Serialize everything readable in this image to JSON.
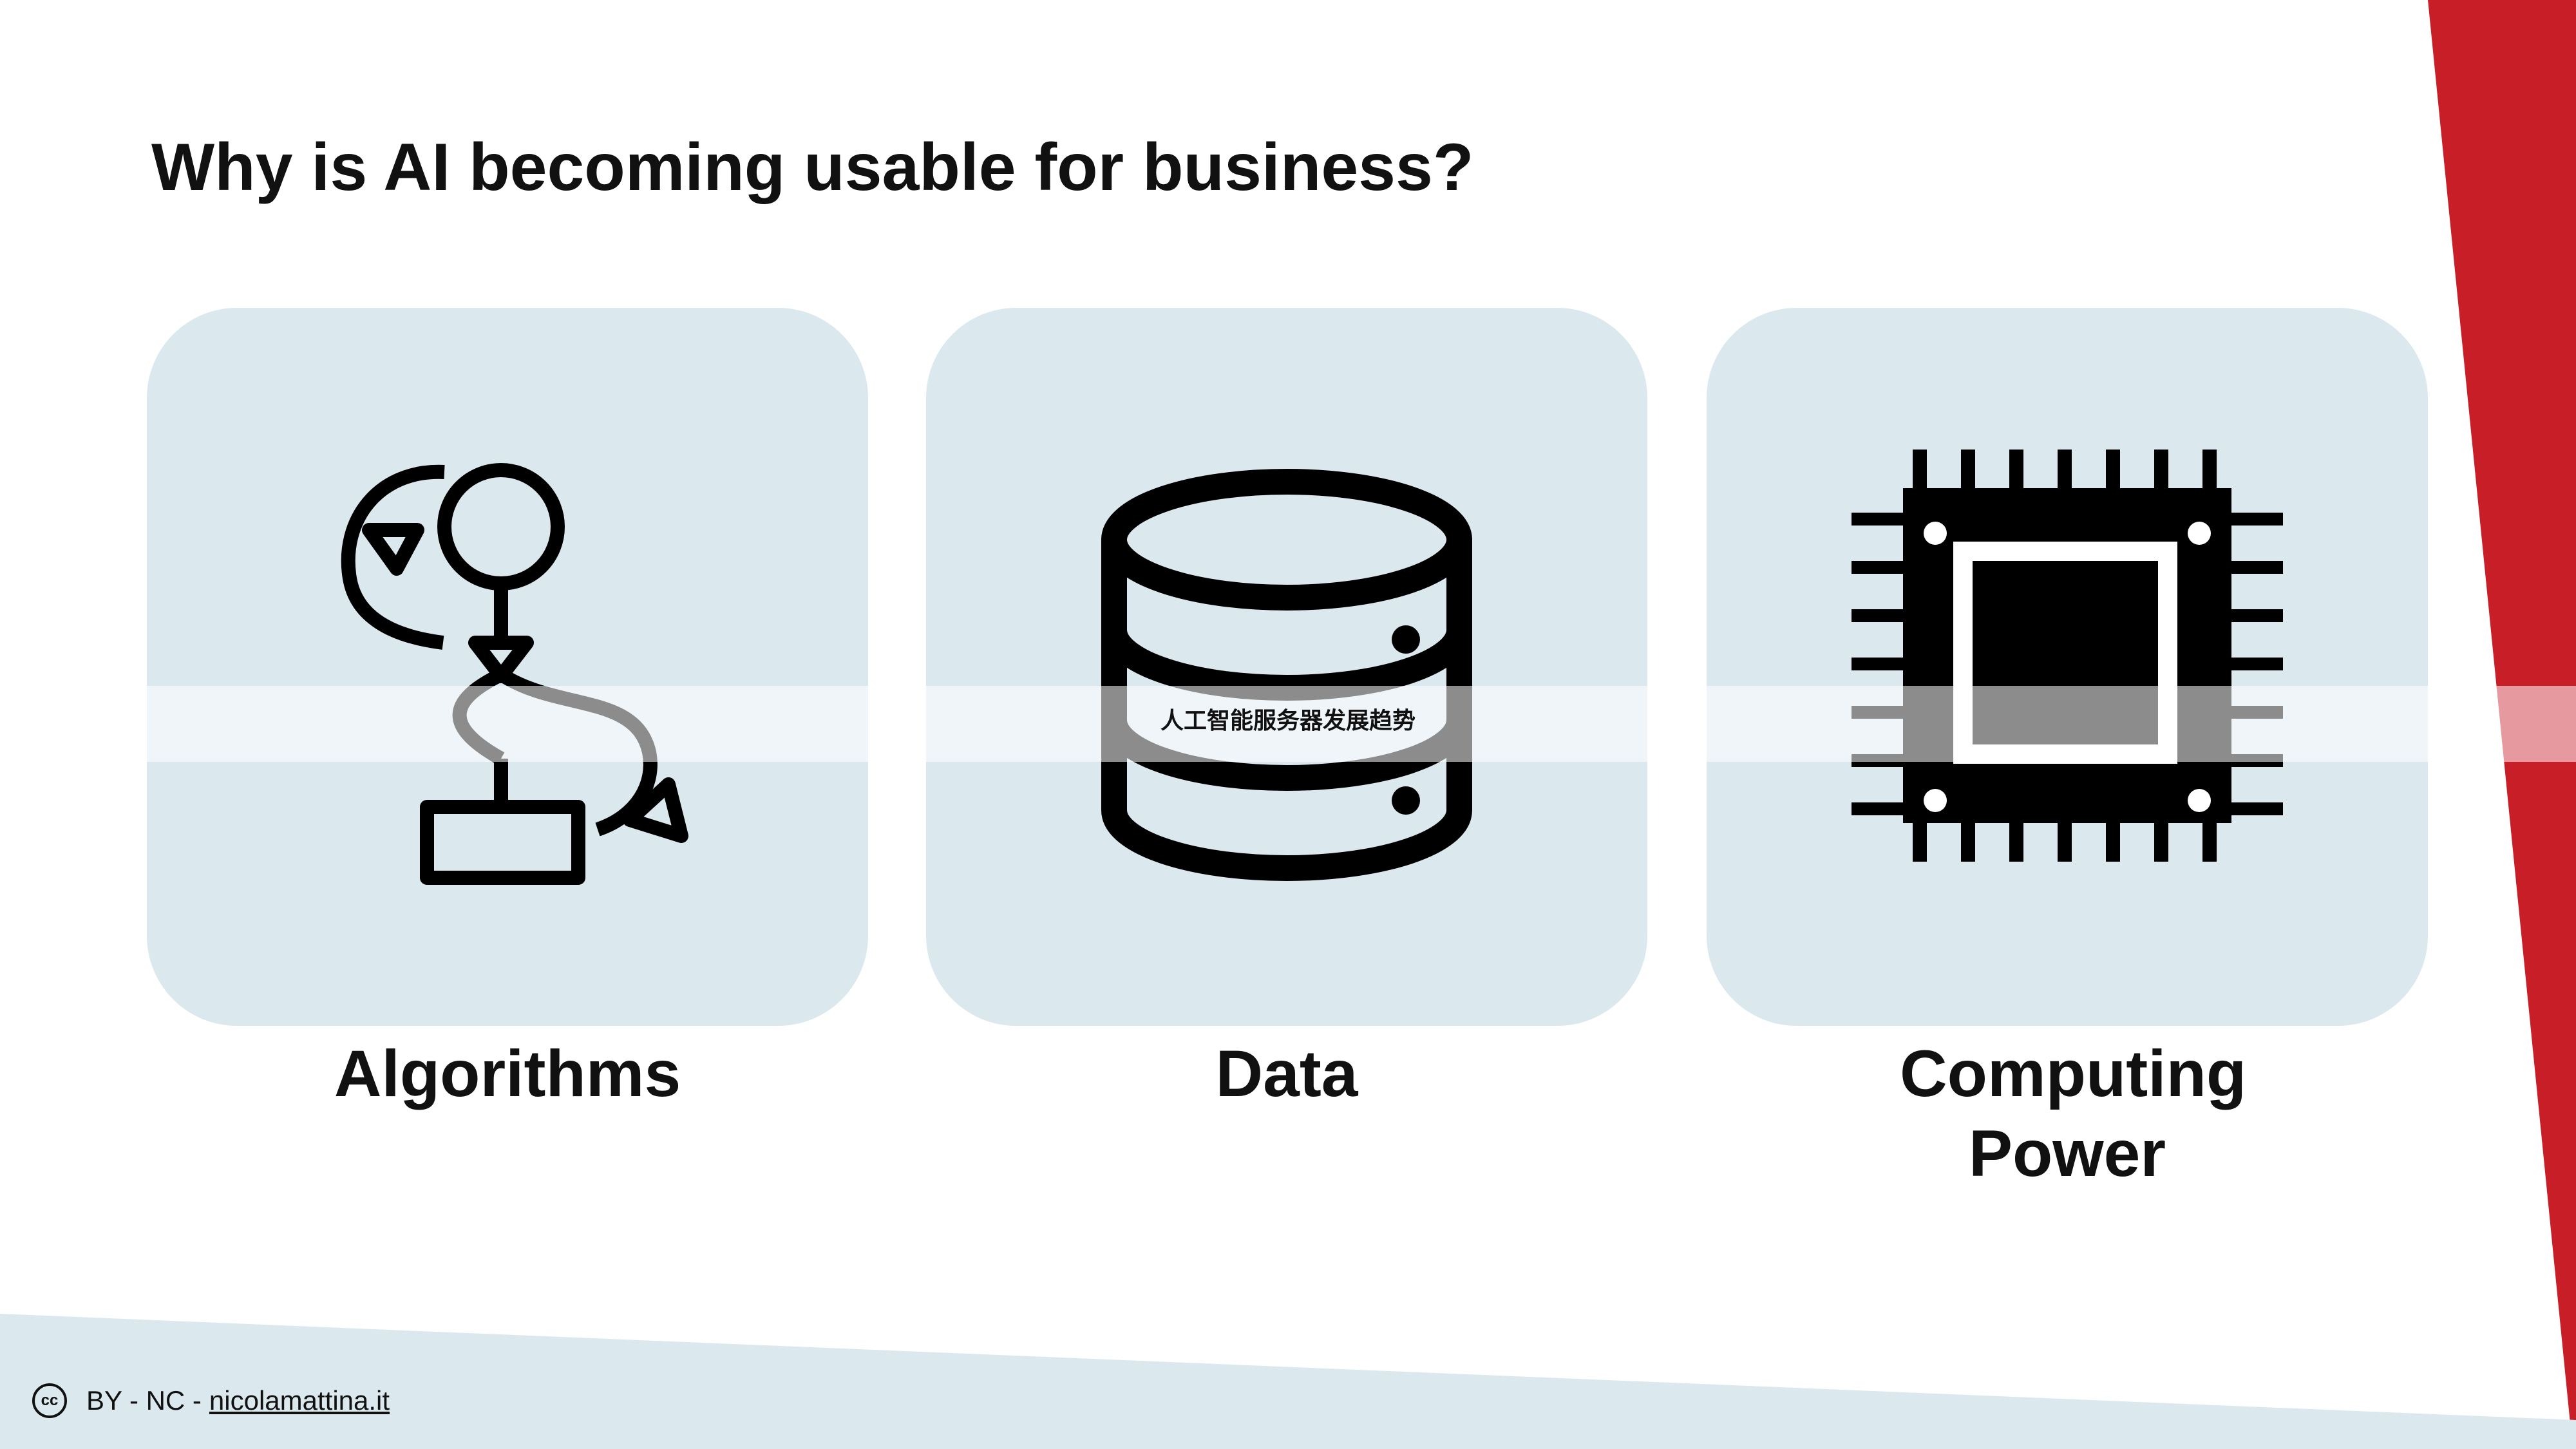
{
  "slide": {
    "title": "Why is AI becoming usable for business?",
    "colors": {
      "accent_red": "#c81e28",
      "card_bg": "#dbe9ef",
      "text": "#111111",
      "footer_bg": "#dbe9ef"
    }
  },
  "cards": [
    {
      "label": "Algorithms",
      "icon": "flowchart-icon"
    },
    {
      "label": "Data",
      "icon": "database-icon"
    },
    {
      "label": "Computing Power",
      "icon": "cpu-chip-icon"
    }
  ],
  "overlay": {
    "text": "人工智能服务器发展趋势"
  },
  "footer": {
    "license_icon": "cc-icon",
    "license_icon_text": "cc",
    "license_text": "BY - NC -",
    "link_text": "nicolamattina.it"
  }
}
